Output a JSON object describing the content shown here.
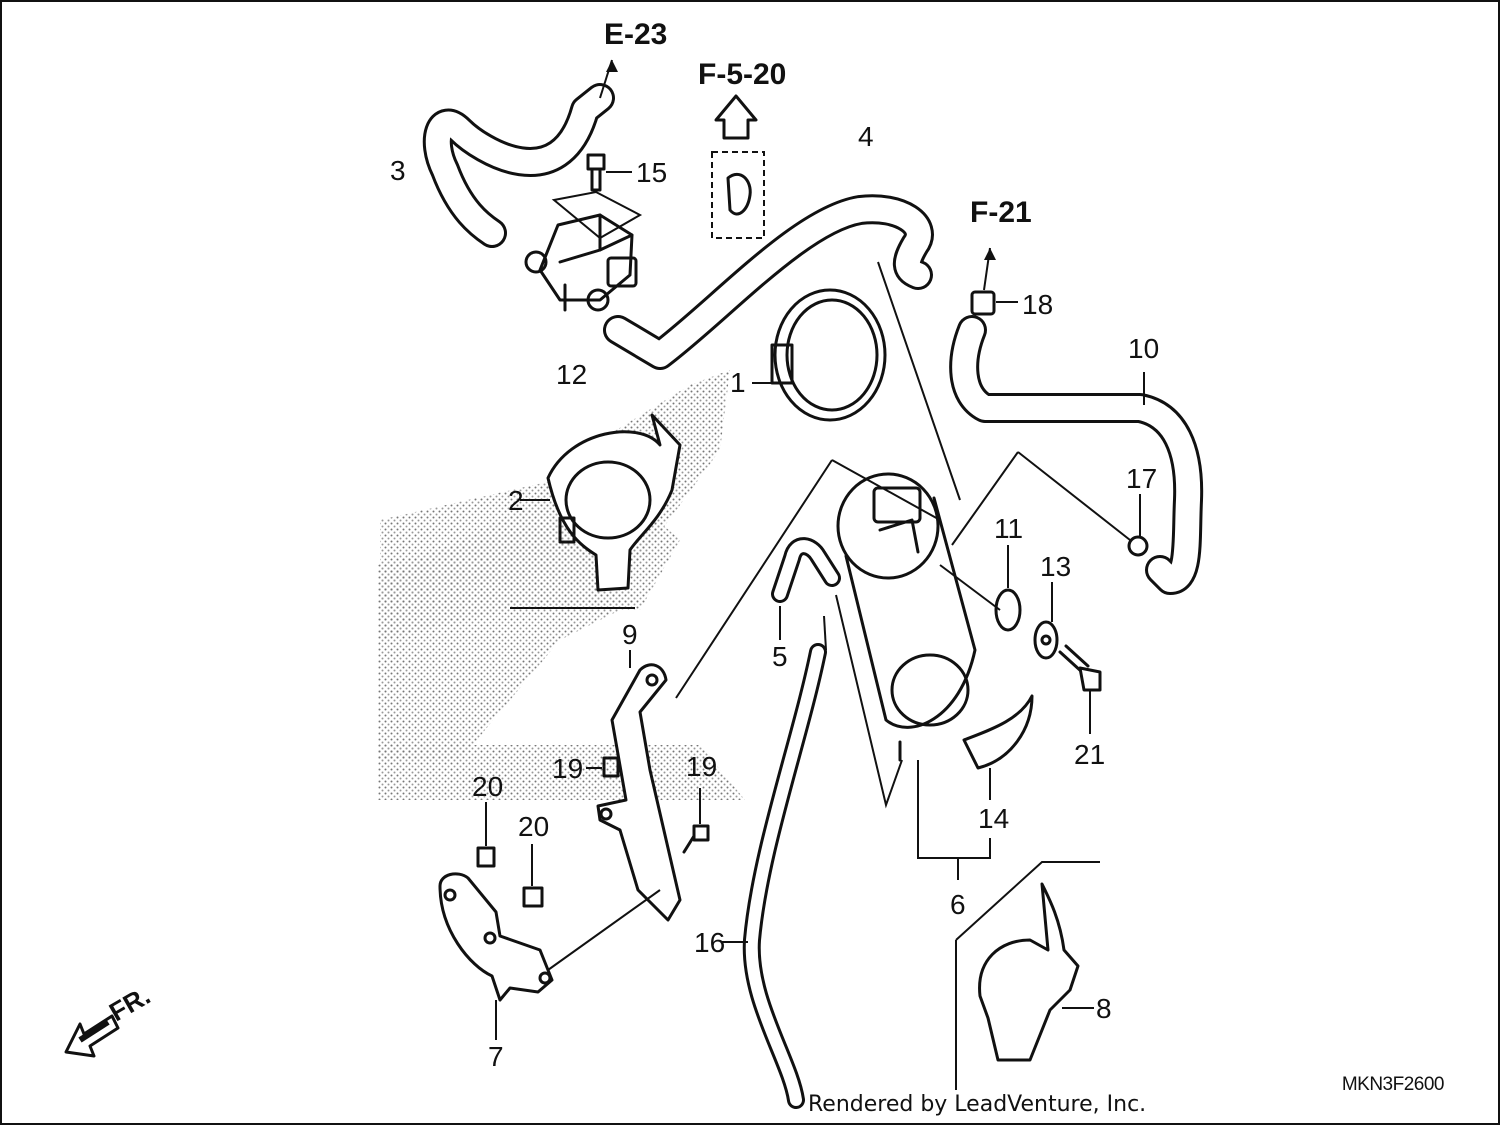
{
  "references": {
    "e23": "E-23",
    "f520": "F-5-20",
    "f21": "F-21"
  },
  "callouts": {
    "c1": "1",
    "c2": "2",
    "c3": "3",
    "c4": "4",
    "c5": "5",
    "c6": "6",
    "c7": "7",
    "c8": "8",
    "c9": "9",
    "c10": "10",
    "c11": "11",
    "c12": "12",
    "c13": "13",
    "c14": "14",
    "c15": "15",
    "c16": "16",
    "c17": "17",
    "c18": "18",
    "c19a": "19",
    "c19b": "19",
    "c20a": "20",
    "c20b": "20",
    "c21": "21"
  },
  "front_marker": "FR.",
  "drawing_code": "MKN3F2600",
  "watermark": "Rendered by LeadVenture, Inc."
}
